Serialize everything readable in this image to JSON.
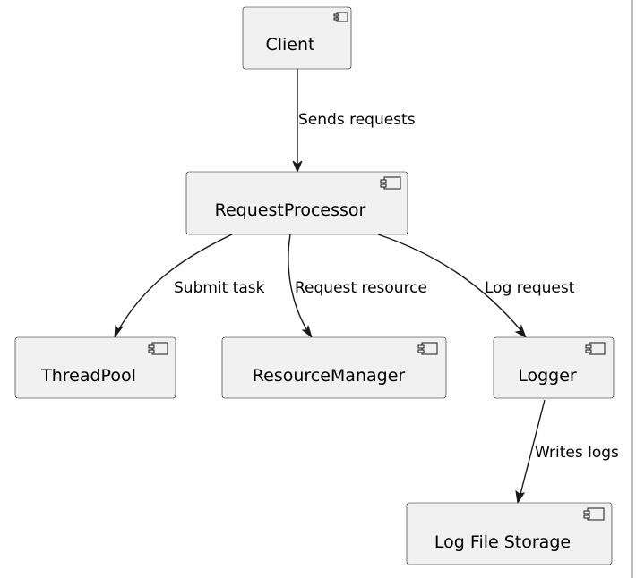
{
  "components": {
    "client": "Client",
    "request_processor": "RequestProcessor",
    "thread_pool": "ThreadPool",
    "resource_manager": "ResourceManager",
    "logger": "Logger",
    "log_file_storage": "Log File Storage"
  },
  "edges": {
    "client_to_processor": "Sends requests",
    "processor_to_threadpool": "Submit task",
    "processor_to_resourcemanager": "Request resource",
    "processor_to_logger": "Log request",
    "logger_to_storage": "Writes logs"
  },
  "icons": {
    "component": "component-icon"
  },
  "colors": {
    "box_fill": "#f1f1f1",
    "box_stroke": "#181818",
    "line": "#181818",
    "text": "#000000",
    "background": "#ffffff"
  }
}
